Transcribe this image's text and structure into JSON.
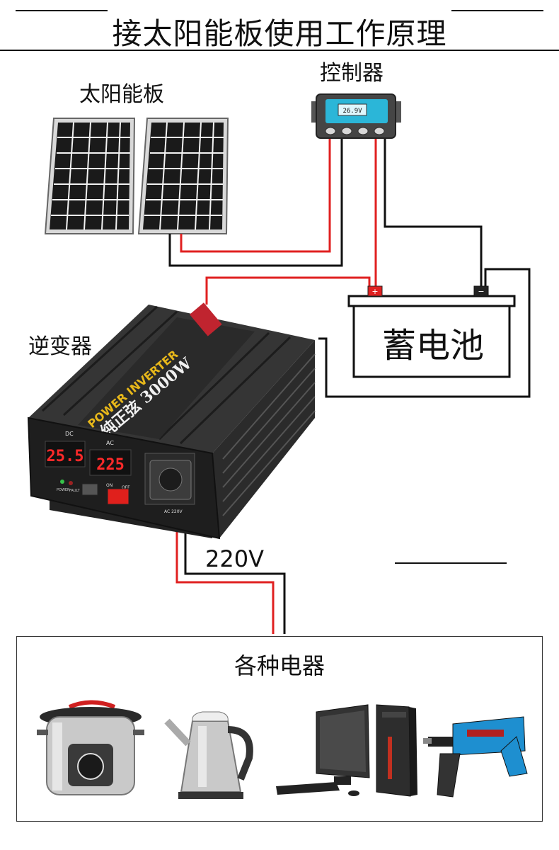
{
  "title": "接太阳能板使用工作原理",
  "labels": {
    "solar_panel": "太阳能板",
    "controller": "控制器",
    "inverter": "逆变器",
    "battery": "蓄电池",
    "output_voltage": "220V",
    "appliances": "各种电器"
  },
  "controller_display": "26.9V",
  "battery_terminals": {
    "positive": "+",
    "negative": "−"
  },
  "inverter": {
    "brand_text": "POWER INVERTER",
    "model_text": "纯正弦 3000W",
    "dc_label": "DC",
    "ac_label": "AC",
    "dc_reading": "25.5",
    "ac_reading": "225",
    "on_label": "ON",
    "off_label": "OFF",
    "power_label": "POWER",
    "fault_label": "FAULT",
    "socket_label": "AC 220V"
  },
  "appliances_list": [
    "pressure-cooker",
    "electric-kettle",
    "desktop-computer",
    "power-drill"
  ],
  "colors": {
    "wire_positive": "#e02020",
    "wire_negative": "#111111",
    "controller_screen": "#2bb6d8",
    "led_red": "#ff2a2a"
  }
}
